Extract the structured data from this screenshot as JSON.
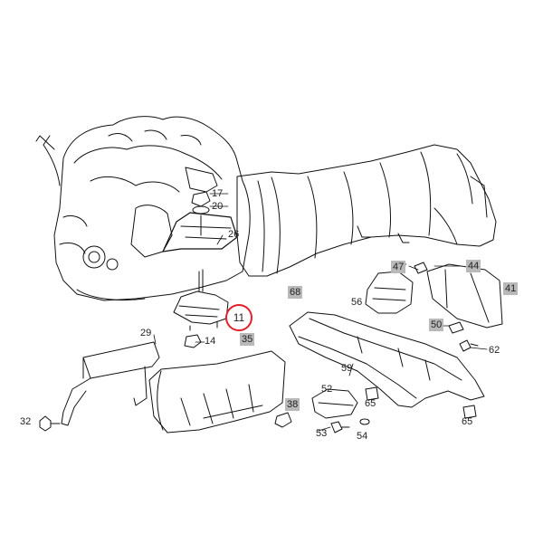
{
  "colors": {
    "line": "#111111",
    "highlight_box": "#b9b9b9",
    "highlight_circle": "#e0202a"
  },
  "callouts": {
    "p11": "11",
    "p14": "14",
    "p17": "17",
    "p20": "20",
    "p26": "26",
    "p29": "29",
    "p32": "32",
    "p35": "35",
    "p38": "38",
    "p41": "41",
    "p44": "44",
    "p47": "47",
    "p50": "50",
    "p52": "52",
    "p53": "53",
    "p54": "54",
    "p56": "56",
    "p59": "59",
    "p62": "62",
    "p65a": "65",
    "p65b": "65",
    "p68": "68"
  }
}
